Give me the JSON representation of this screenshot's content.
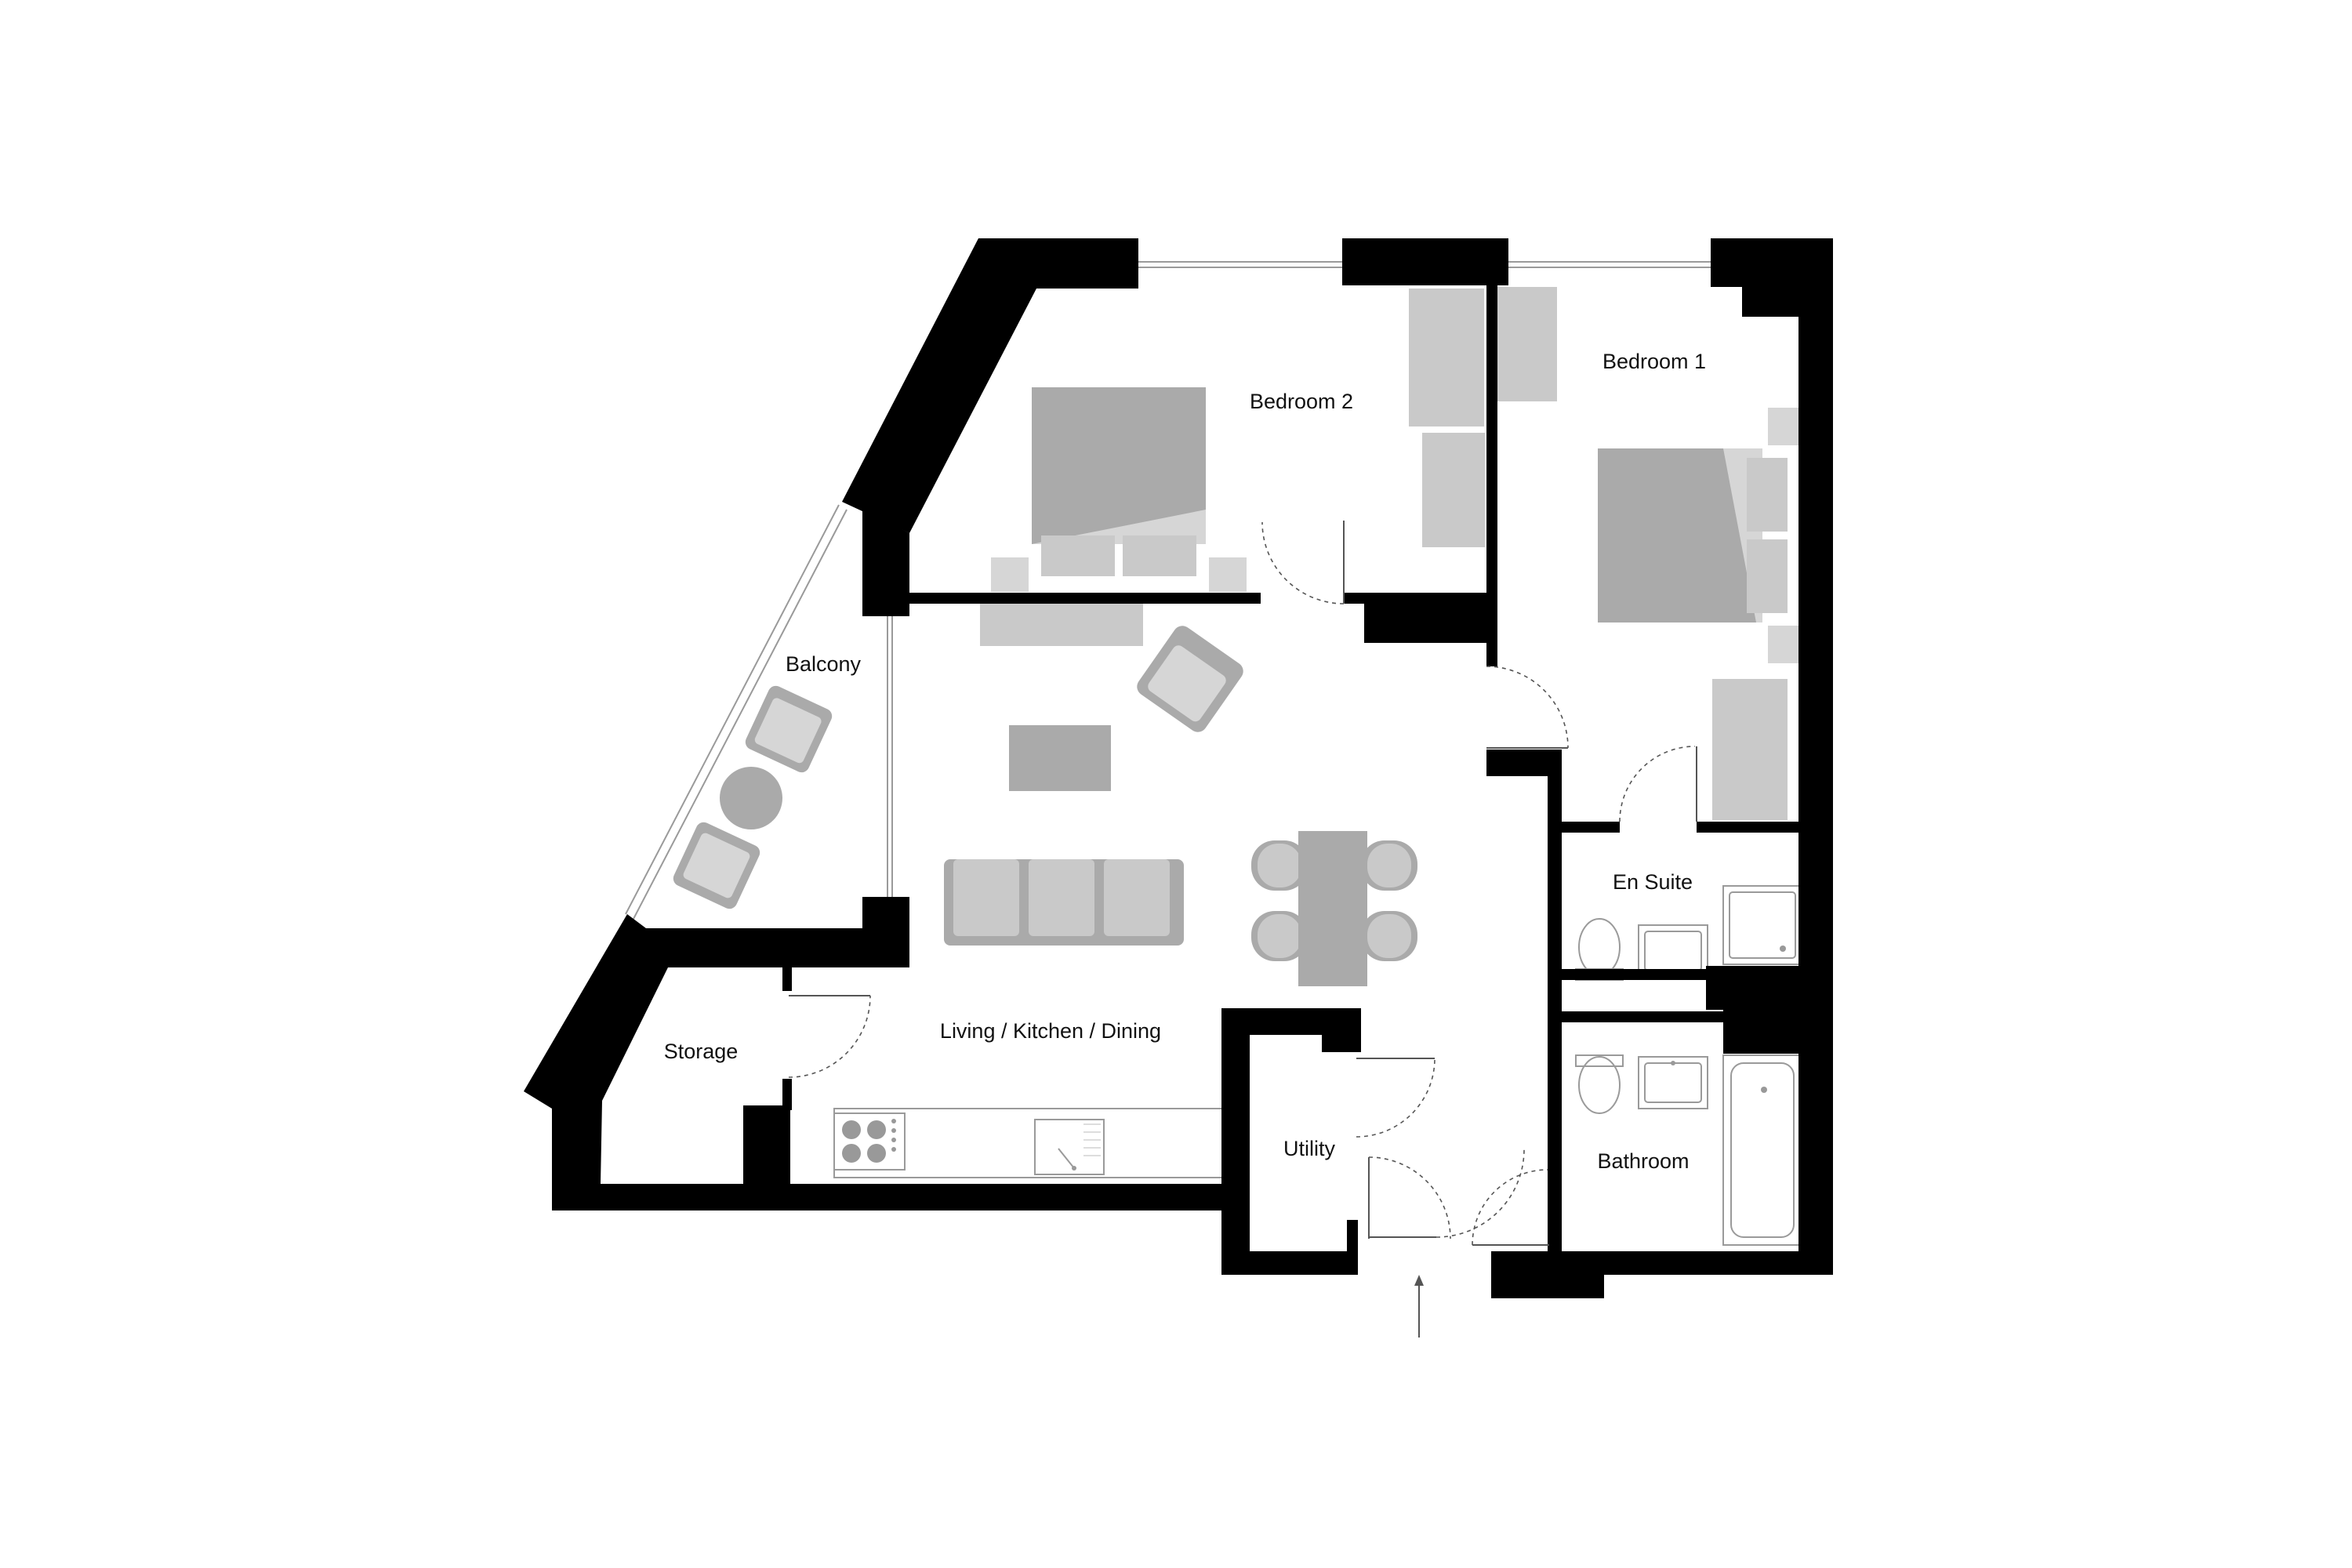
{
  "rooms": {
    "bedroom2": "Bedroom 2",
    "bedroom1": "Bedroom 1",
    "balcony": "Balcony",
    "living": "Living / Kitchen / Dining",
    "ensuite": "En Suite",
    "storage": "Storage",
    "utility": "Utility",
    "bathroom": "Bathroom"
  },
  "colors": {
    "wall": "#000000",
    "furniture": "#c9c9c9",
    "furniture_dark": "#aaaaaa",
    "background": "#ffffff"
  },
  "icons": {
    "entrance": "entrance-arrow-icon"
  }
}
